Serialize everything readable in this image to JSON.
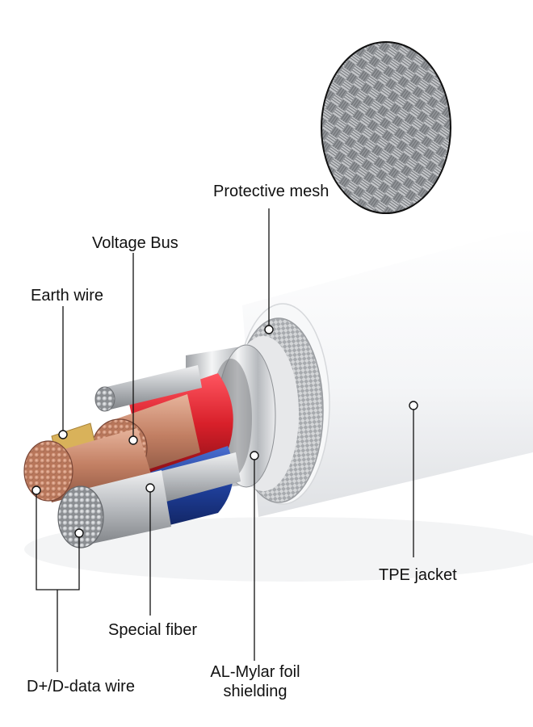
{
  "diagram": {
    "labels": {
      "protective_mesh": "Protective mesh",
      "voltage_bus": "Voltage Bus",
      "earth_wire": "Earth wire",
      "tpe_jacket": "TPE jacket",
      "special_fiber": "Special fiber",
      "al_mylar_line1": "AL-Mylar foil",
      "al_mylar_line2": "shielding",
      "data_wire": "D+/D-data wire"
    },
    "colors": {
      "jacket": "#f2f3f5",
      "mesh": "#9a9ca0",
      "foil": "#c9cbce",
      "red_insulation": "#d8202a",
      "blue_insulation": "#1f3f9a",
      "copper": "#c98a6e",
      "silver": "#b9bcc0",
      "gold": "#d9b25a"
    }
  }
}
